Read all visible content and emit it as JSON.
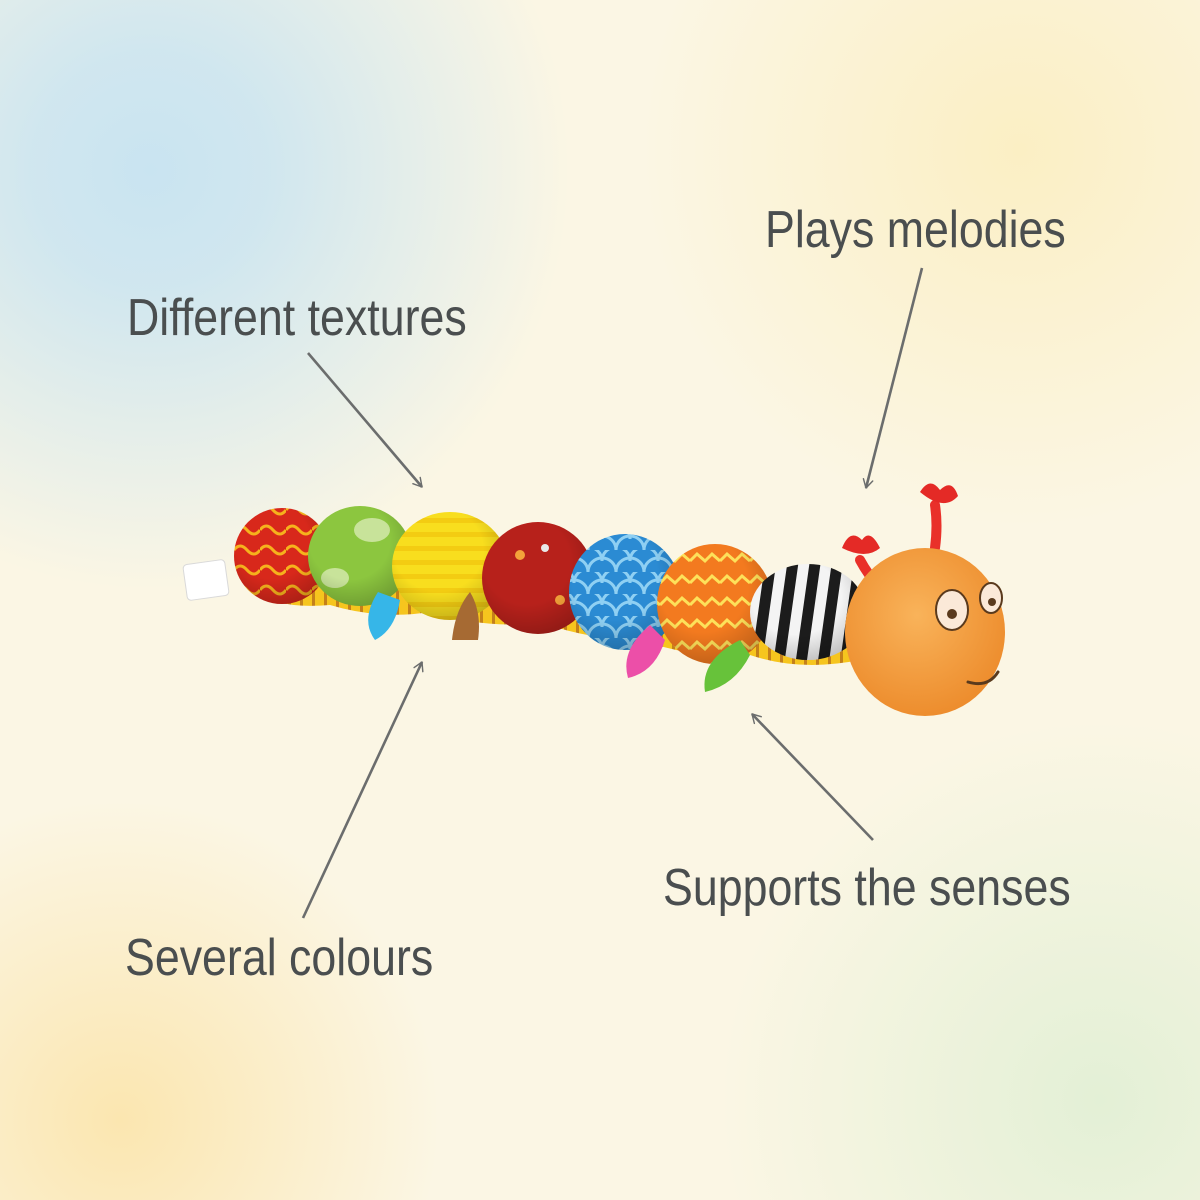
{
  "labels": {
    "different_textures": "Different textures",
    "plays_melodies": "Plays melodies",
    "several_colours": "Several colours",
    "supports_the_senses": "Supports the senses"
  },
  "colors": {
    "text": "#4a4e4f",
    "arrow": "#6b6d6d",
    "head": "#f39a3a",
    "segment_red": "#d02a1e",
    "segment_green": "#8cc63f",
    "segment_yellow": "#f7d21c",
    "segment_darkred": "#b4201a",
    "segment_blue": "#2a8fd6",
    "segment_orange": "#f47a20",
    "segment_stripes": "#1a1a1a"
  },
  "icons": [
    "caterpillar-toy",
    "arrow-icon"
  ]
}
